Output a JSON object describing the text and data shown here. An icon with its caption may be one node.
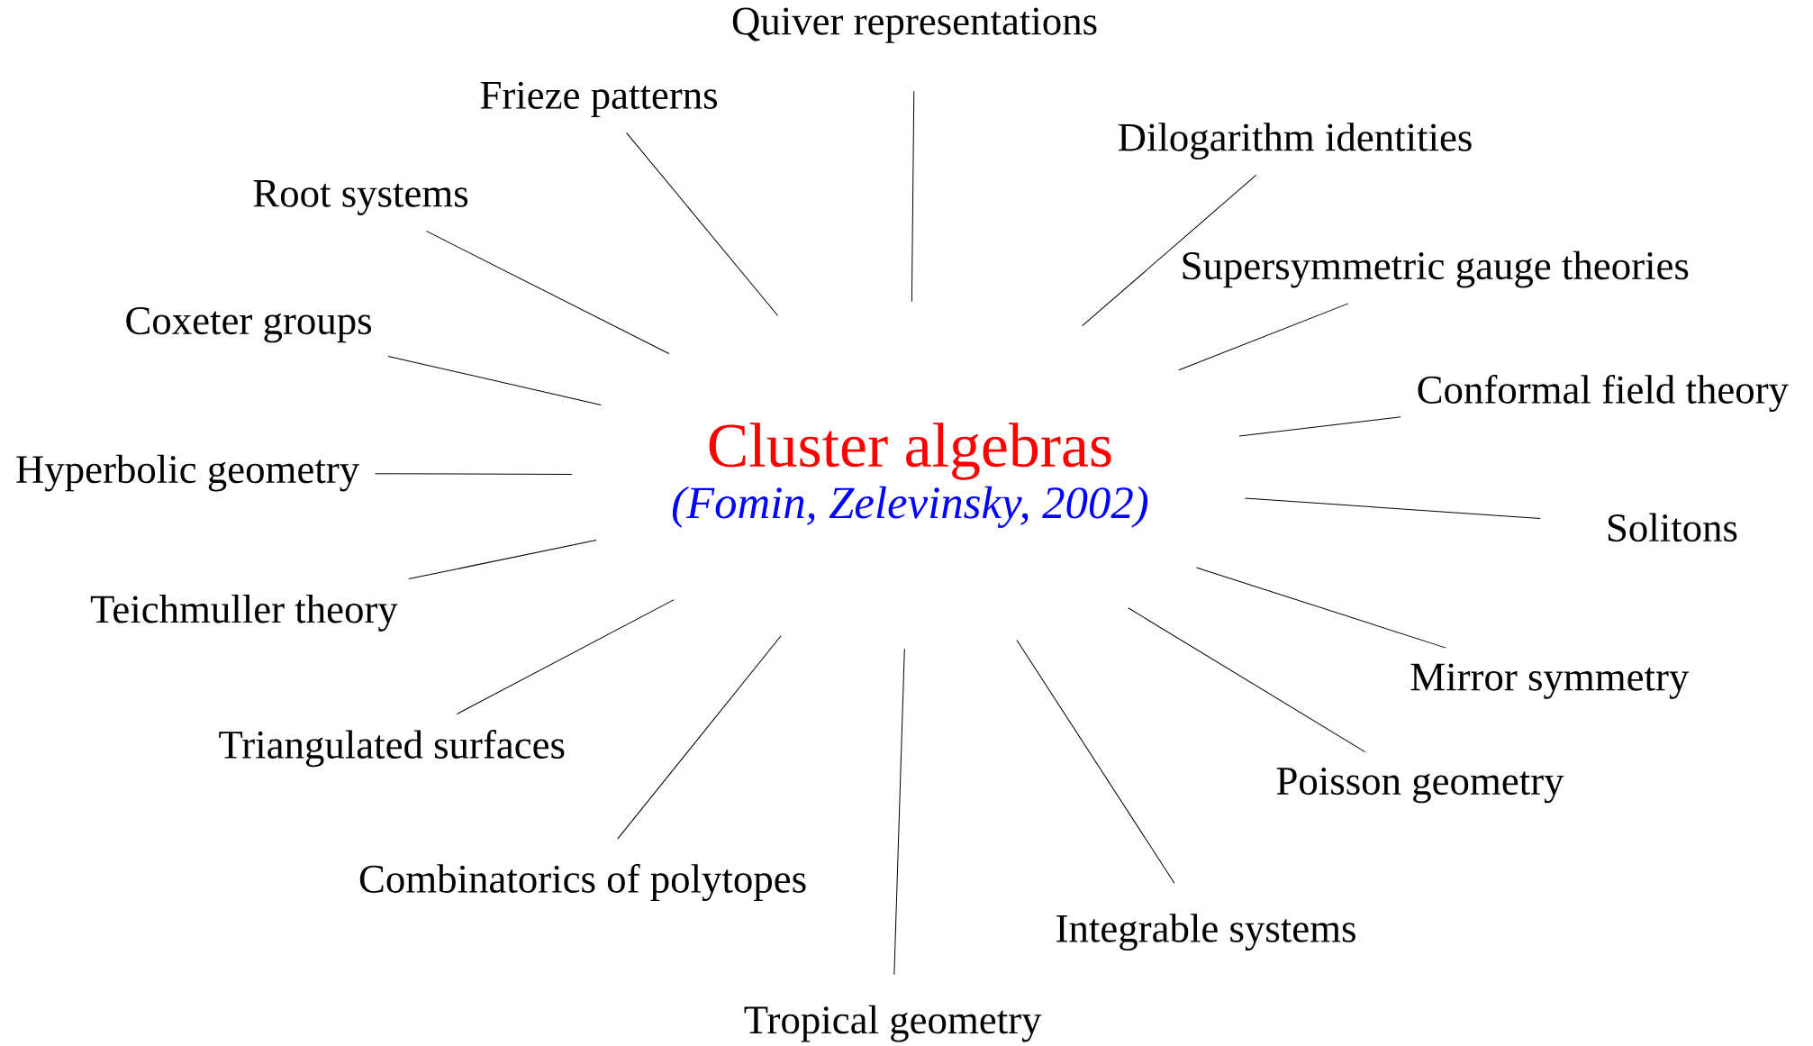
{
  "diagram": {
    "nodes": [
      {
        "text": [
          "Cluster algebras",
          "(Fomin, Zelevinsky, 2002)"
        ]
      },
      {
        "text": [
          "Quiver representations"
        ]
      },
      {
        "text": [
          "Frieze patterns"
        ]
      },
      {
        "text": [
          "Dilogarithm identities"
        ]
      },
      {
        "text": [
          "Root systems"
        ]
      },
      {
        "text": [
          "Supersymmetric gauge theories"
        ]
      },
      {
        "text": [
          "Coxeter groups"
        ]
      },
      {
        "text": [
          "Conformal field theory"
        ]
      },
      {
        "text": [
          "Hyperbolic geometry"
        ]
      },
      {
        "text": [
          "Solitons"
        ]
      },
      {
        "text": [
          "Teichmuller theory"
        ]
      },
      {
        "text": [
          "Mirror symmetry"
        ]
      },
      {
        "text": [
          "Triangulated surfaces"
        ]
      },
      {
        "text": [
          "Poisson geometry"
        ]
      },
      {
        "text": [
          "Combinatorics of polytopes"
        ]
      },
      {
        "text": [
          "Integrable systems"
        ]
      },
      {
        "text": [
          "Tropical geometry"
        ]
      }
    ],
    "edges": [
      {
        "from": 0,
        "to": 1,
        "arrow": "none"
      },
      {
        "from": 0,
        "to": 2,
        "arrow": "none"
      },
      {
        "from": 0,
        "to": 3,
        "arrow": "none"
      },
      {
        "from": 0,
        "to": 4,
        "arrow": "none"
      },
      {
        "from": 0,
        "to": 5,
        "arrow": "none"
      },
      {
        "from": 0,
        "to": 6,
        "arrow": "none"
      },
      {
        "from": 0,
        "to": 7,
        "arrow": "none"
      },
      {
        "from": 0,
        "to": 8,
        "arrow": "none"
      },
      {
        "from": 0,
        "to": 9,
        "arrow": "none"
      },
      {
        "from": 0,
        "to": 10,
        "arrow": "none"
      },
      {
        "from": 0,
        "to": 11,
        "arrow": "none"
      },
      {
        "from": 0,
        "to": 12,
        "arrow": "none"
      },
      {
        "from": 0,
        "to": 13,
        "arrow": "none"
      },
      {
        "from": 0,
        "to": 14,
        "arrow": "none"
      },
      {
        "from": 0,
        "to": 15,
        "arrow": "none"
      },
      {
        "from": 0,
        "to": 16,
        "arrow": "none"
      }
    ]
  }
}
